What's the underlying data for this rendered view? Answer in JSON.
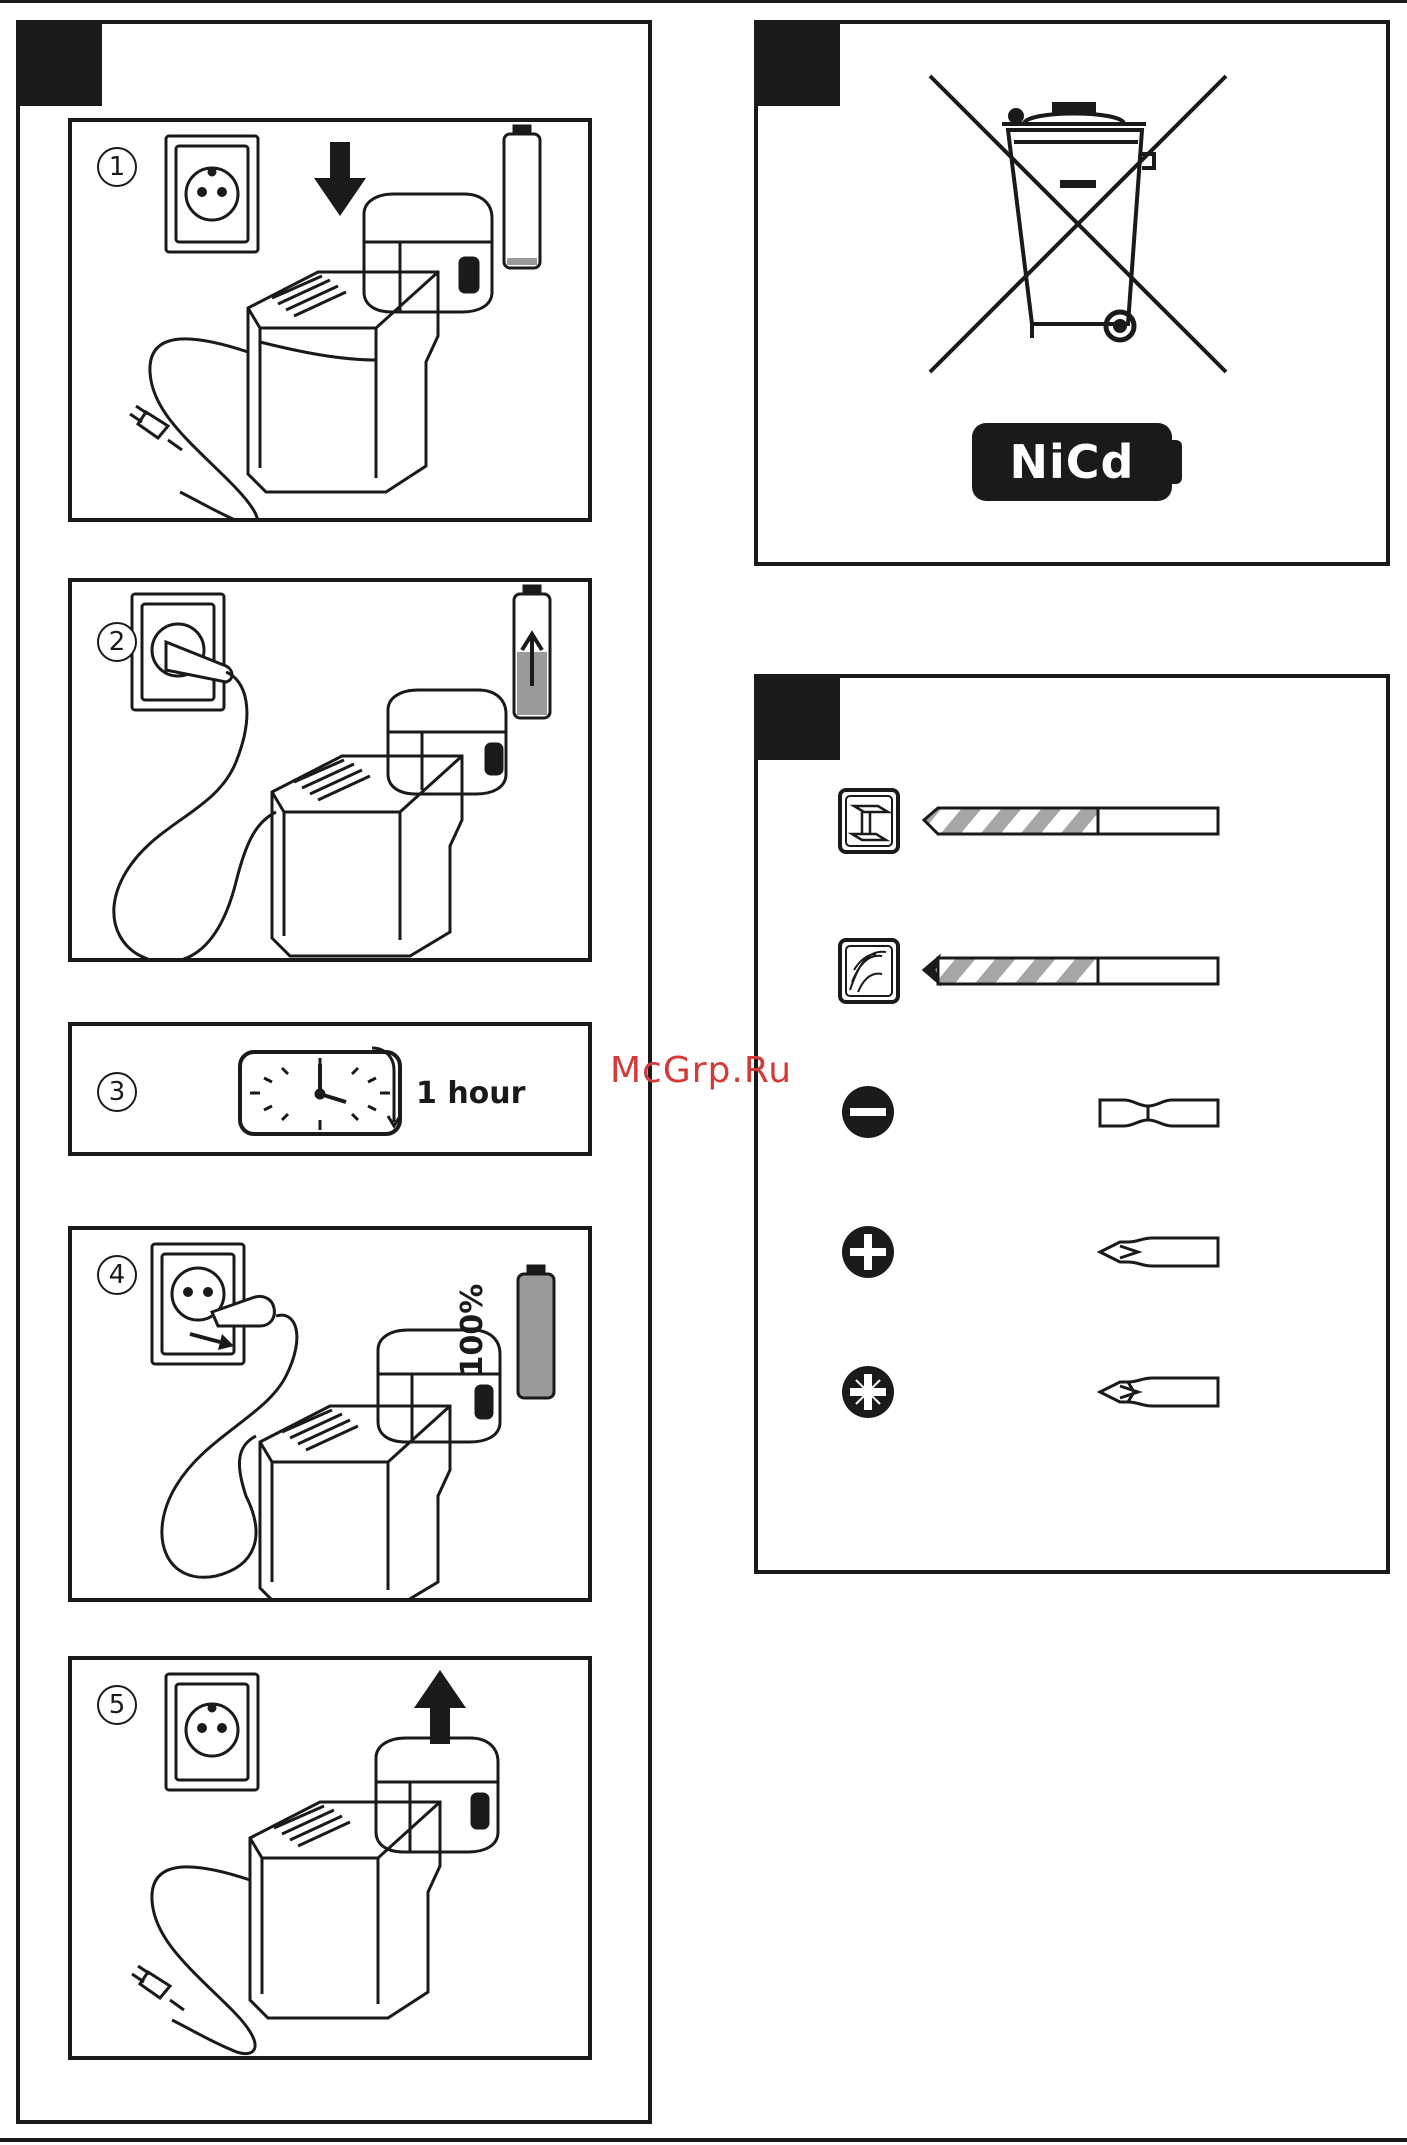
{
  "steps": [
    {
      "number": "1"
    },
    {
      "number": "2"
    },
    {
      "number": "3",
      "duration": "1 hour"
    },
    {
      "number": "4",
      "charge_label": "100%"
    },
    {
      "number": "5"
    }
  ],
  "disposal": {
    "battery_label": "NiCd",
    "icon": "crossed-out-wheelie-bin-icon"
  },
  "accessories": [
    {
      "material_icon": "metal-beam-icon",
      "tool_icon": "metal-drill-bit-icon"
    },
    {
      "material_icon": "wood-grain-icon",
      "tool_icon": "wood-drill-bit-icon"
    },
    {
      "material_icon": "slotted-screw-icon",
      "tool_icon": "slotted-bit-icon"
    },
    {
      "material_icon": "phillips-screw-icon",
      "tool_icon": "phillips-bit-icon"
    },
    {
      "material_icon": "pozidriv-screw-icon",
      "tool_icon": "pozidriv-bit-icon"
    }
  ],
  "watermark": "McGrp.Ru",
  "colors": {
    "ink": "#1a1a1a",
    "battery_fill": "#9a9a9a",
    "bit_grey": "#a6a6a6",
    "watermark": "#d53a3a"
  }
}
